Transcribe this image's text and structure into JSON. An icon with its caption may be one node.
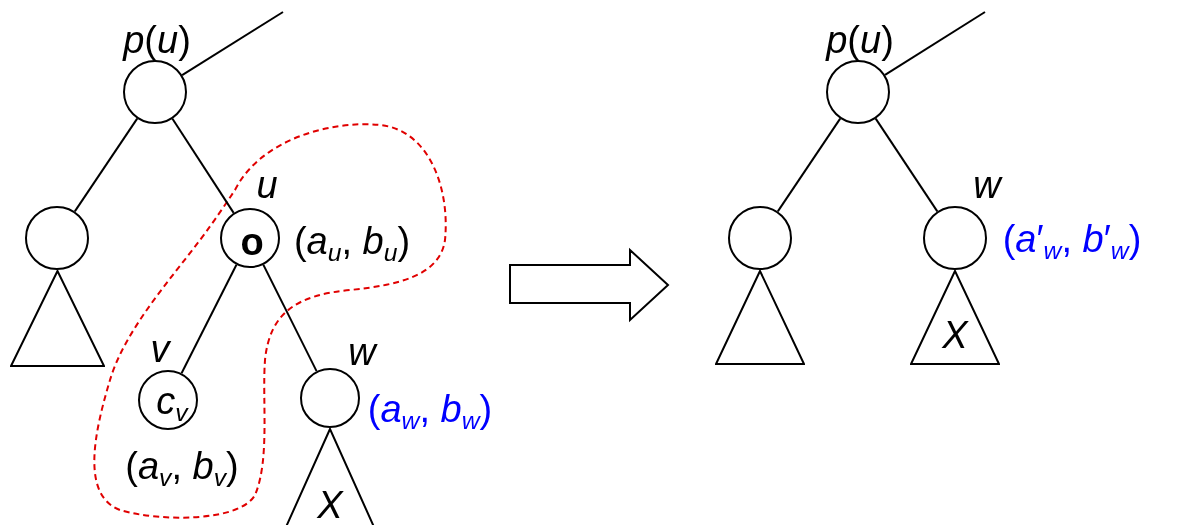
{
  "diagram": {
    "nodes": [
      {
        "text": [
          "*p*(*u*)"
        ]
      },
      {
        "text": [],
        "shape": "circle"
      },
      {
        "text": [],
        "shape": "triangle"
      },
      {
        "text": [
          "u",
          "o"
        ],
        "beside": [
          "(*a*$_{u}$, *b*$_{u}$)"
        ]
      },
      {
        "text": [
          "v",
          "c$_{v}$"
        ],
        "beside": [
          "(*a*$_{v}$, *b*$_{v}$)"
        ]
      },
      {
        "text": [
          "w"
        ],
        "beside": [
          "(*a*$_{w}$, *b*$_{w}$)"
        ]
      },
      {
        "text": [
          "X"
        ]
      },
      {
        "text": [
          "*p*(*u*)"
        ]
      },
      {
        "text": [],
        "shape": "circle"
      },
      {
        "text": [],
        "shape": "triangle"
      },
      {
        "text": [
          "w"
        ],
        "beside": [
          "(*a*′$_{w}$, *b*′$_{w}$)"
        ]
      },
      {
        "text": [
          "X"
        ]
      }
    ],
    "edges": [
      {
        "from": 0,
        "to": null,
        "arrow": "none"
      },
      {
        "from": 0,
        "to": 1,
        "arrow": "none"
      },
      {
        "from": 0,
        "to": 3,
        "arrow": "none"
      },
      {
        "from": 3,
        "to": 4,
        "arrow": "none"
      },
      {
        "from": 3,
        "to": 5,
        "arrow": "none"
      },
      {
        "from": 7,
        "to": null,
        "arrow": "none"
      },
      {
        "from": 7,
        "to": 8,
        "arrow": "none"
      },
      {
        "from": 7,
        "to": 10,
        "arrow": "none"
      }
    ]
  }
}
